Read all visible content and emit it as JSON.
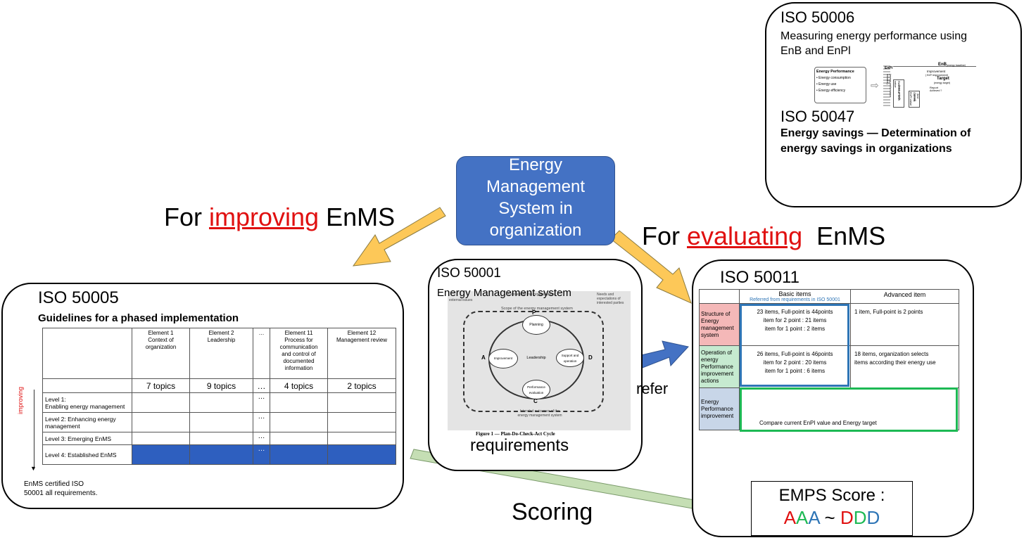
{
  "top_right": {
    "iso50006_title": "ISO 50006",
    "iso50006_desc_line1": "Measuring energy performance using",
    "iso50006_desc_line2": "EnB and EnPl",
    "mini_fig": {
      "panel_title": "Energy Performance",
      "bullets": [
        "• Energy consumption",
        "• Energy use",
        "• Energy efficiency"
      ],
      "enb_label": "EnB",
      "enb_note": "(energy baseline)",
      "improvement": "Improvement",
      "improvement_note": "( EnPI improvement)",
      "target": "Target",
      "target_note": "(energy target)",
      "report": "Report",
      "report_note": "Achieved ?",
      "axis_label": "EnPI",
      "axis_sub": "(energy performance indicator)",
      "ref_label": "Reference EnPI value",
      "ref_sub": "(base period)",
      "cur_label": "Current EnPI value",
      "cur_sub": "(test period)"
    },
    "iso50047_title": "ISO 50047",
    "iso50047_desc_line1": "Energy savings — Determination of",
    "iso50047_desc_line2": "energy savings in organizations"
  },
  "center_node": {
    "line1": "Energy",
    "line2": "Management",
    "line3": "System in",
    "line4": "organization",
    "fill": "#4472c4"
  },
  "left_label": {
    "prefix": "For ",
    "highlight": "improving",
    "suffix": " EnMS"
  },
  "right_label": {
    "prefix": "For ",
    "highlight": "evaluating",
    "suffix": "  EnMS"
  },
  "iso50005": {
    "title": "ISO 50005",
    "subtitle": "Guidelines for a phased implementation",
    "columns": [
      {
        "head": "Element 1\nContext of\norganization",
        "topics": "7 topics"
      },
      {
        "head": "Element 2\nLeadership",
        "topics": "9 topics"
      },
      {
        "head": "…",
        "topics": "…"
      },
      {
        "head": "Element 11\nProcess for\ncommunication\nand control of\ndocumented\ninformation",
        "topics": "4 topics"
      },
      {
        "head": "Element 12\nManagement review",
        "topics": "2 topics"
      }
    ],
    "levels": [
      "Level 1:\nEnabling energy management",
      "Level 2: Enhancing energy\nmanagement",
      "Level 3: Emerging EnMS",
      "Level 4: Established EnMS"
    ],
    "dots": "…",
    "side_label": "improving",
    "footnote_line1": "EnMS certified ISO",
    "footnote_line2": "50001 all requirements.",
    "level4_color": "#2e5fbf"
  },
  "iso50001": {
    "title": "ISO 50001",
    "subtitle": "Energy Management system",
    "fig": {
      "top_note": "Context of the organization",
      "scope": "Scope of the energy management system",
      "left_note": "external issues",
      "right_note": "Needs and expectations of interested parties",
      "p": "P",
      "d": "D",
      "c": "C",
      "a": "A",
      "planning": "Planning",
      "leadership": "Leadership",
      "improvement": "Improvement",
      "support": "Support and operation",
      "perf": "Performance evaluation",
      "bottom_note": "Intended outcomes of the energy management system",
      "caption": "Figure 1 — Plan-Do-Check-Act Cycle"
    },
    "footer": "requirements"
  },
  "refer_label": "refer",
  "iso50011": {
    "title": "ISO 50011",
    "col_basic": "Basic items",
    "col_basic_note": "Referred from requirements in ISO 50001",
    "col_adv": "Advanced item",
    "rows": [
      {
        "label": "Structure of\nEnergy\nmanagement\nsystem",
        "basic": "23 items, Full-point is 44points\nitem for 2 point : 21 items\nitem for 1 point :   2 items",
        "adv": "1 item, Full-point is 2 points",
        "color": "#f4b8b8"
      },
      {
        "label": "Operation of\nenergy\nPerformance\nimprovement\nactions",
        "basic": "26 items, Full-point is 46points\nitem for 2 point : 20 items\nitem for 1 point :   6 items",
        "adv": "18 items, organization selects\nitems according their energy use",
        "color": "#c6ead0"
      },
      {
        "label": "Energy\nPerformance\nimprovement",
        "basic": "Compare current EnPI value and Energy target",
        "adv": "",
        "color": "#c8d6e8"
      }
    ]
  },
  "score": {
    "title": "EMPS Score :",
    "a": "AAA",
    "sep": " ~ ",
    "d": "DDD"
  },
  "scoring_label": "Scoring",
  "colors": {
    "arrow_yellow": "#fdc858",
    "arrow_blue": "#4472c4",
    "arrow_green": "#c5deb4",
    "box_blue": "#2e75b6",
    "box_green": "#1db954",
    "score_arrow": "#ffff00"
  }
}
